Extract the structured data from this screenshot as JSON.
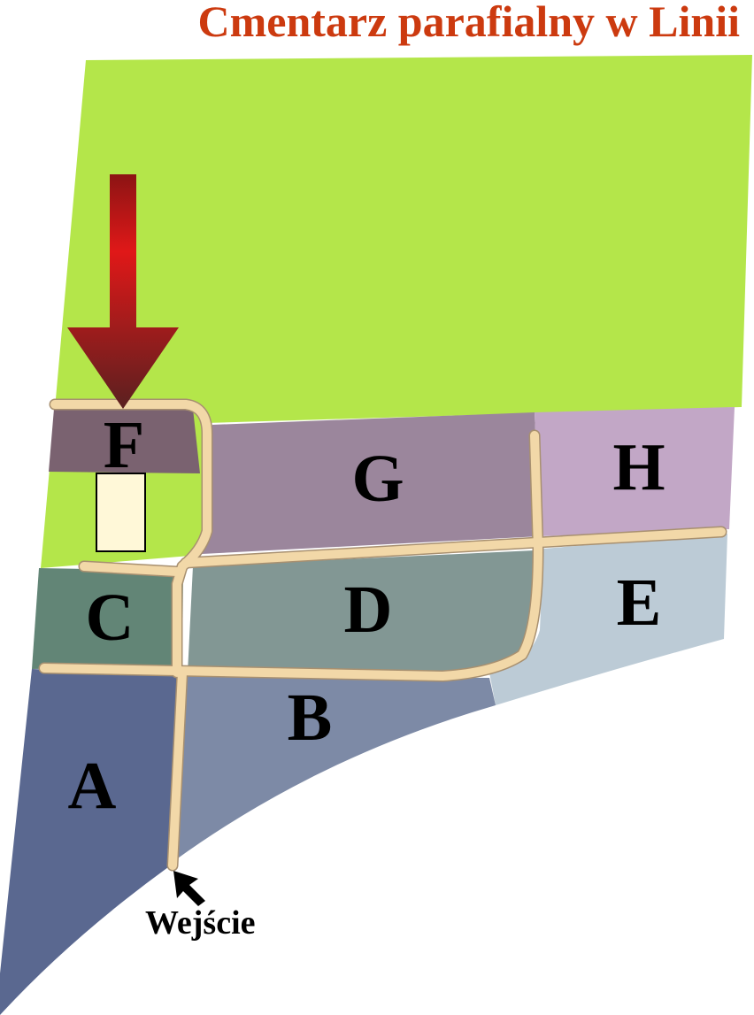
{
  "title": "Cmentarz parafialny w Linii",
  "sectors": {
    "A": {
      "label": "A",
      "color": "#5a6890"
    },
    "B": {
      "label": "B",
      "color": "#7d8aa6"
    },
    "C": {
      "label": "C",
      "color": "#628576"
    },
    "D": {
      "label": "D",
      "color": "#829794"
    },
    "E": {
      "label": "E",
      "color": "#bccbd6"
    },
    "F": {
      "label": "F",
      "color": "#7a6270"
    },
    "G": {
      "label": "G",
      "color": "#9b869c"
    },
    "H": {
      "label": "H",
      "color": "#c2a7c6"
    }
  },
  "entrance": {
    "label": "Wejście"
  },
  "colors": {
    "title": "#cc3a0f",
    "grass": "#b4e64a",
    "path": "#f2d8a8",
    "chapel": "#fff8d8",
    "marker_arrow": "#c01818"
  },
  "icons": {
    "marker": "red-down-arrow-icon",
    "entrance": "black-pointer-arrow-icon"
  }
}
